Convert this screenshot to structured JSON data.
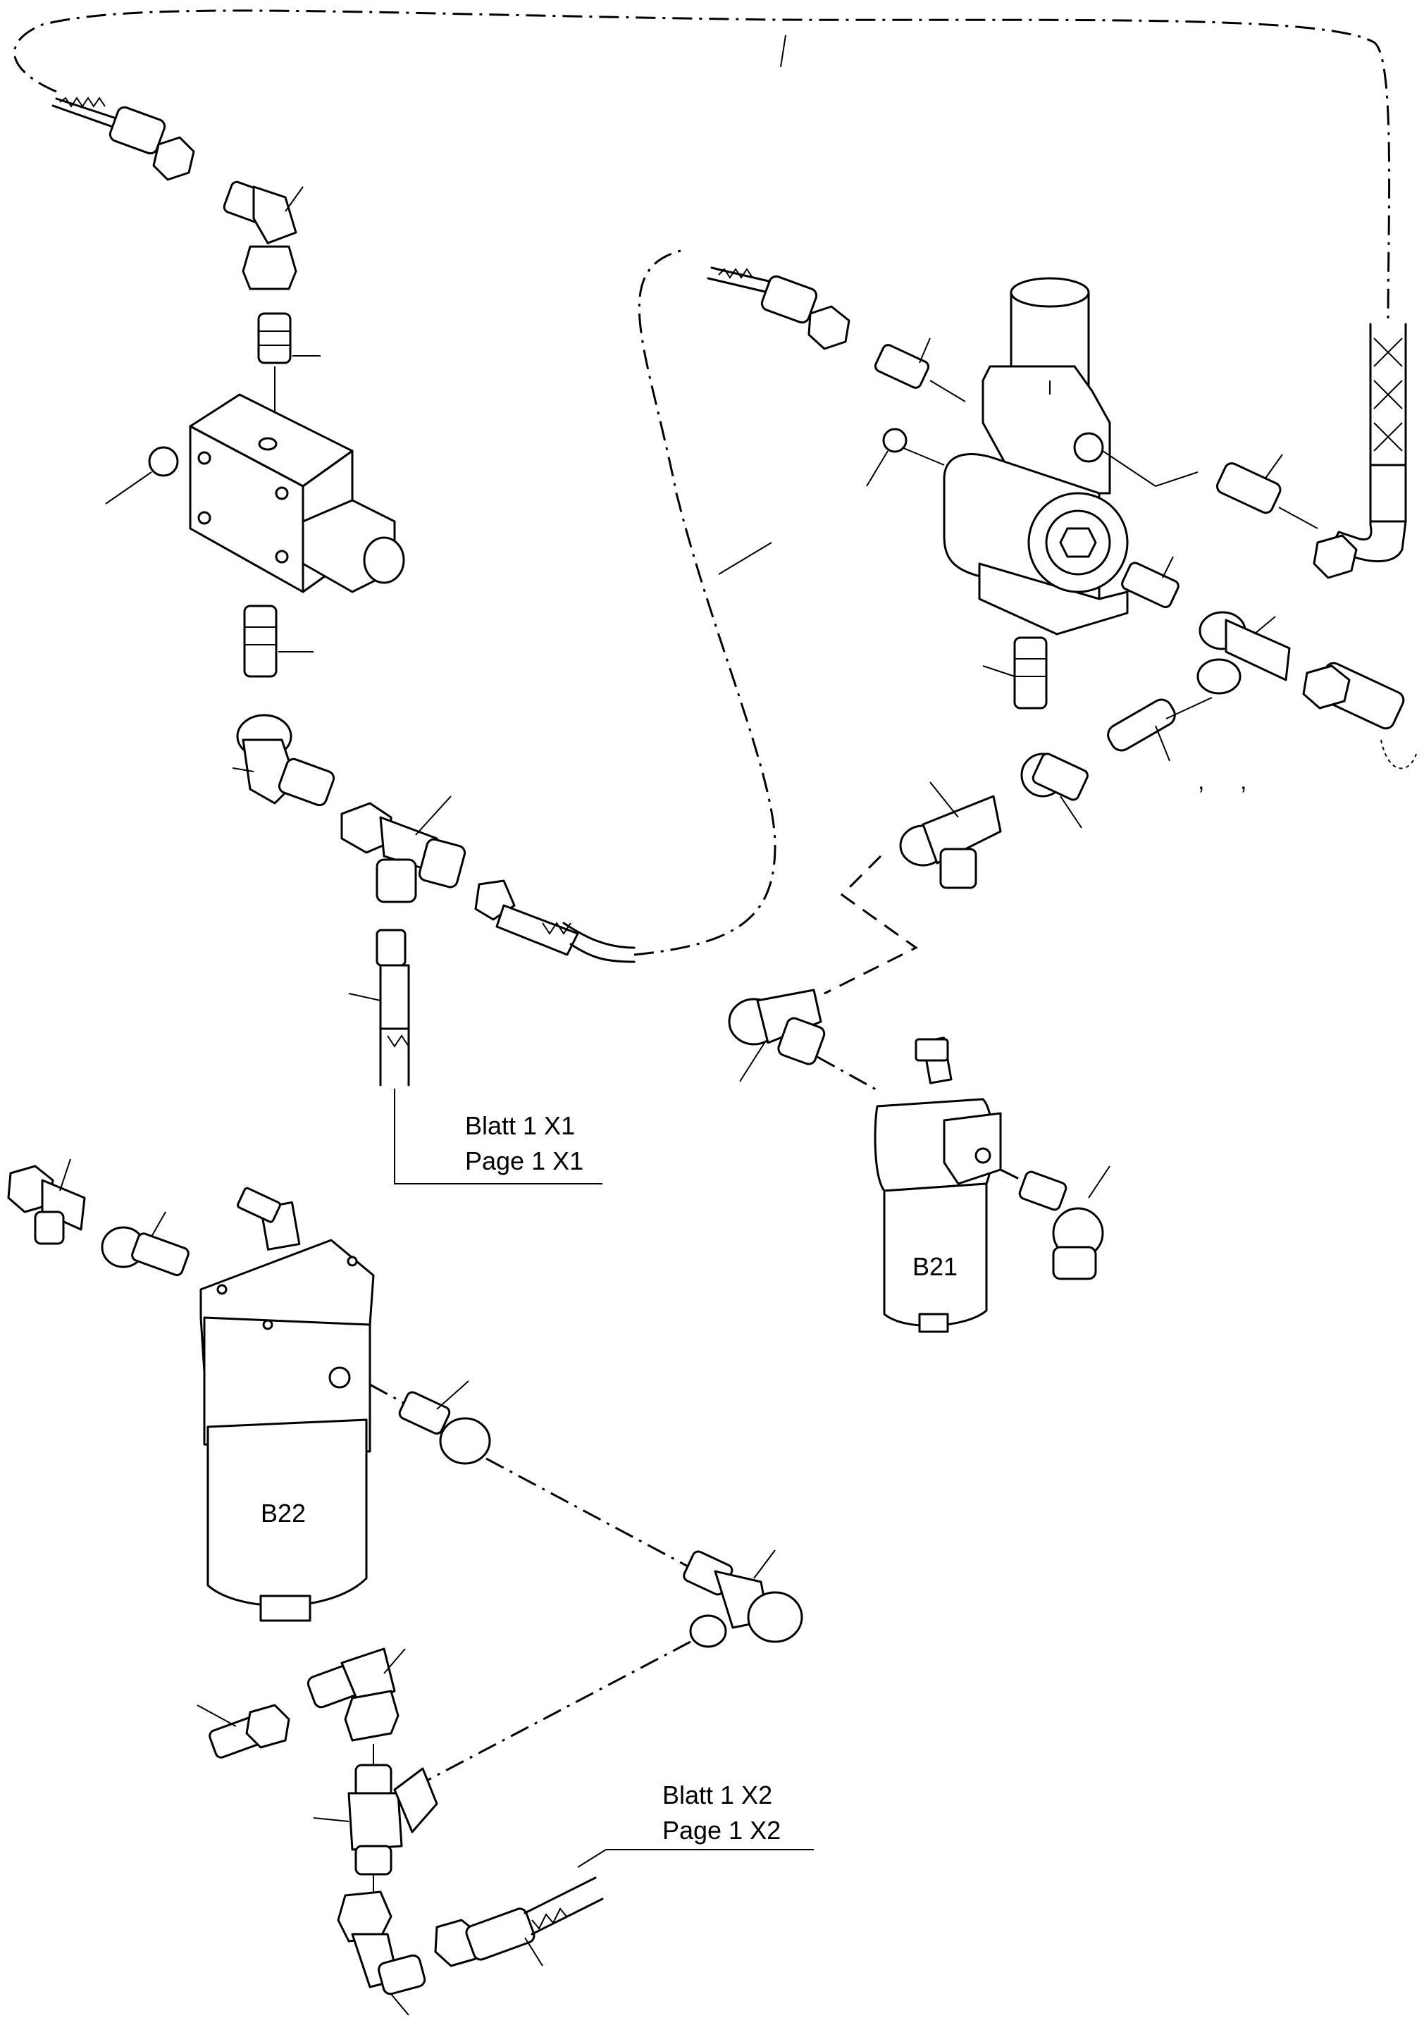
{
  "references": {
    "x1": {
      "line1": "Blatt 1 X1",
      "line2": "Page 1 X1"
    },
    "x2": {
      "line1": "Blatt 1 X2",
      "line2": "Page 1 X2"
    }
  },
  "components": {
    "filter_b21": "B21",
    "filter_b22": "B22"
  },
  "marks": {
    "comma_1": ",",
    "comma_2": ","
  }
}
